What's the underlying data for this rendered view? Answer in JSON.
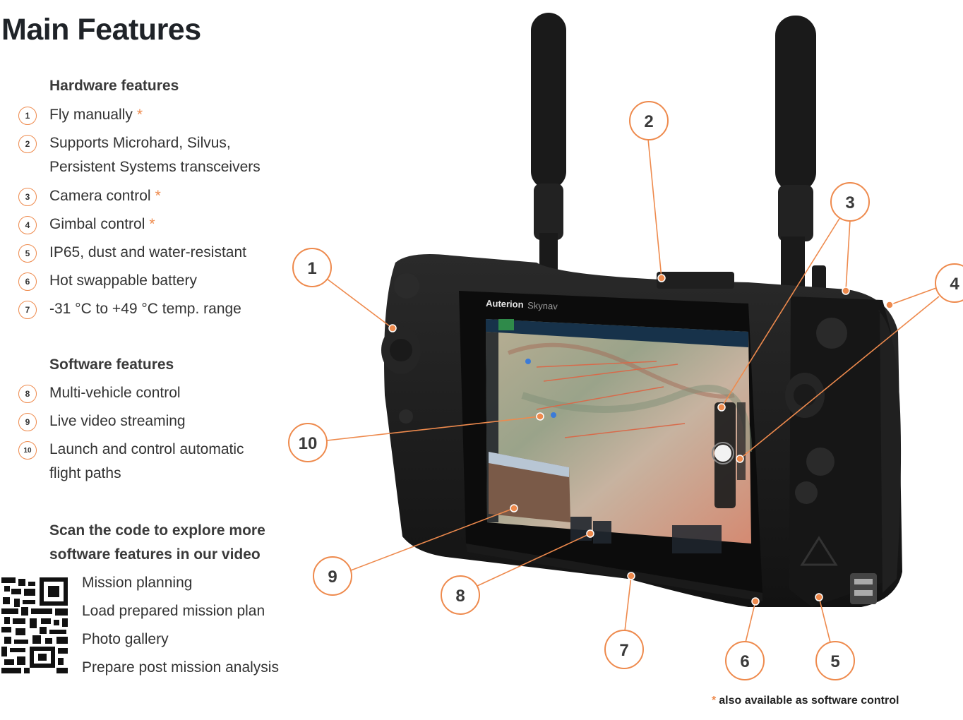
{
  "page_title": "Main Features",
  "hardware": {
    "heading": "Hardware features",
    "items": [
      {
        "num": "1",
        "text": "Fly manually",
        "star": "*"
      },
      {
        "num": "2",
        "text": "Supports Microhard, Silvus,",
        "text2": "Persistent Systems transceivers"
      },
      {
        "num": "3",
        "text": "Camera control",
        "star": "*"
      },
      {
        "num": "4",
        "text": "Gimbal control",
        "star": "*"
      },
      {
        "num": "5",
        "text": "IP65, dust and water-resistant"
      },
      {
        "num": "6",
        "text": "Hot swappable battery"
      },
      {
        "num": "7",
        "text": "-31 °C to +49 °C temp. range"
      }
    ]
  },
  "software": {
    "heading": "Software features",
    "items": [
      {
        "num": "8",
        "text": "Multi-vehicle control"
      },
      {
        "num": "9",
        "text": "Live video streaming"
      },
      {
        "num": "10",
        "text": "Launch and control automatic",
        "text2": "flight paths"
      }
    ]
  },
  "video": {
    "heading_line1": "Scan the code to explore more",
    "heading_line2": "software features in our video",
    "items": [
      "Mission planning",
      "Load prepared mission plan",
      "Photo gallery",
      "Prepare post mission analysis"
    ]
  },
  "device": {
    "brand": "Auterion",
    "product": "Skynav",
    "callouts": [
      "1",
      "2",
      "3",
      "4",
      "5",
      "6",
      "7",
      "8",
      "9",
      "10"
    ]
  },
  "footnote": {
    "star": "*",
    "text": "also available as software control"
  },
  "colors": {
    "accent": "#ee8a4d",
    "title": "#1f2328",
    "device_body": "#1b1b1b"
  }
}
